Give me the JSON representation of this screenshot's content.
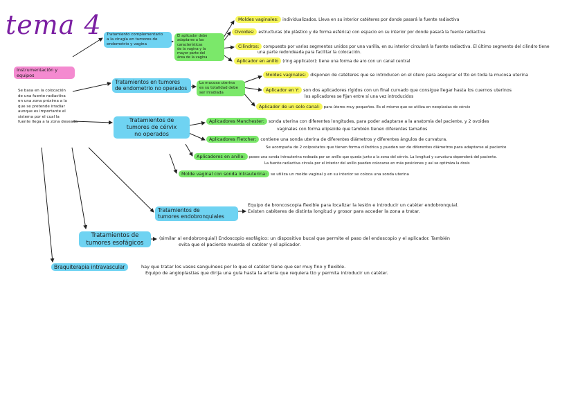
{
  "title": "tema 4",
  "root": {
    "label": "Instrumentación y equipos",
    "text": [
      "Se basa en la colocación",
      "de una fuente radiactiva",
      "en una zona próxima a la",
      "que se pretende irradiar",
      "aunque es importante el",
      "sistema por el cual la",
      "fuente llega a la zona deseada"
    ]
  },
  "b1": {
    "label": [
      "Tratamiento complementario",
      "a la cirugía en tumores de",
      "endometrio y vagina"
    ],
    "mid": [
      "El aplicador debe",
      "adaptarse a las características",
      "de la vagina y la",
      "mayor parte del",
      "área de la vagina"
    ],
    "items": [
      {
        "k": "Moldes vaginales:",
        "v": "individualizados. Lleva en su interior catéteres por donde pasará la fuente radiactiva"
      },
      {
        "k": "Ovoides:",
        "v": "estructuras (de plástico y de forma esférica) con espacio en su interior por donde pasará la fuente radiactiva"
      },
      {
        "k": "Cilindros:",
        "v": "compuesto por varios segmentos unidos por una varilla, en su interior circulará la fuente radiactiva. El último segmento del cilindro tiene"
      },
      {
        "k": "",
        "v": "una parte redondeada para facilitar la colocación."
      },
      {
        "k": "Aplicador en anillo",
        "v": "(ring applicator): tiene una forma de aro con un canal central"
      }
    ]
  },
  "b2": {
    "label": [
      "Tratamientos en tumores",
      "de endometrio no operados"
    ],
    "mid": [
      "La mucosa uterina",
      "es su totalidad debe",
      "ser irradiada"
    ],
    "items": [
      {
        "k": "Moldes vaginales:",
        "v": "disponen de catéteres que se introducen en el útero para asegurar el tto en toda la mucosa uterina"
      },
      {
        "k": "Aplicador en Y:",
        "v": "son dos aplicadores rígidos con un final curvado que consigue llegar hasta los cuernos uterinos"
      },
      {
        "k": "",
        "v": "los aplicadores se fijan entre sí una vez introducidos"
      },
      {
        "k": "Aplicador de un solo canal:",
        "v": "para úteros muy pequeños. Es el mismo que se utiliza en neoplasias de cérvix"
      }
    ]
  },
  "b3": {
    "label": [
      "Tratamientos de",
      "tumores de cérvix",
      "no operados"
    ],
    "items": [
      {
        "k": "Aplicadores Manchester:",
        "v": "sonda uterina con diferentes longitudes, para poder adaptarse a la anatomía del paciente, y 2 ovoides"
      },
      {
        "k": "",
        "v": "vaginales con forma elipsoide que también tienen diferentes tamaños"
      },
      {
        "k": "Aplicadores Fletcher:",
        "v": "contiene una sonda uterina de diferentes diámetros y diferentes ángulos de curvatura."
      },
      {
        "k": "",
        "v": "Se acompaña de 2 colpostatos que tienen forma cilíndrica y pueden ser de diferentes diámetros para adaptarse al paciente"
      },
      {
        "k": "Aplicadores en anillo:",
        "v": "posee una sonda intrauterina rodeada por un anillo que queda junto a la zona del cérvix. La longitud y curvatura dependerá del paciente."
      },
      {
        "k": "",
        "v": "La fuente radiactiva circula por el interior del anillo pueden colocarse en más posiciones y así se optimiza la dosis"
      },
      {
        "k": "Molde vaginal con sonda intrauterina:",
        "v": "se utiliza un molde vaginal y en su interior se coloca una sonda uterina"
      }
    ]
  },
  "b4": {
    "label": [
      "Tratamientos de",
      "tumores endobronquiales"
    ],
    "text": [
      "Equipo de broncoscopia flexible para localizar la lesión e introducir un catéter endobronquial.",
      "Existen catéteres de distinta longitud y grosor para acceder la zona a tratar."
    ]
  },
  "b5": {
    "label": [
      "Tratamientos de",
      "tumores esofágicos"
    ],
    "text": [
      "(similar al endobronquial) Endoscopio esofágico: un dispositivo bucal que permite el paso del endoscopio y el aplicador. También",
      "evita que el paciente muerda el catéter y el aplicador."
    ]
  },
  "b6": {
    "label": "Braquiterapia intravascular",
    "text": [
      "hay que tratar los vasos sanguíneos por lo que el catéter tiene que ser muy fino y flexible.",
      "Equipo de angioplastias que dirija una guía hasta la arteria que requiera tto y permita introducir un catéter."
    ]
  },
  "colors": {
    "title": "#7b1fa2",
    "blue": "#6fd3f2",
    "green": "#7be86a",
    "yellow": "#f6f55a",
    "pink": "#f48ad0"
  }
}
